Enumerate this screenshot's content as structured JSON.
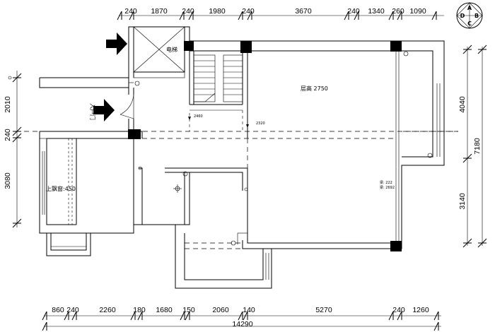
{
  "dimensions": {
    "top": [
      "240",
      "1870",
      "240",
      "1980",
      "240",
      "3670",
      "240",
      "1340",
      "260",
      "1090"
    ],
    "bottom": [
      "860",
      "240",
      "2260",
      "180",
      "1680",
      "150",
      "2060",
      "140",
      "5270",
      "240",
      "1260"
    ],
    "bottom_total": "14290",
    "left": [
      "2010",
      "240",
      "3080"
    ],
    "right": [
      "4040",
      "3140"
    ],
    "right_total": "7180"
  },
  "labels": {
    "elevator": "电梯",
    "entrance": "入户门",
    "ceiling_height": "层高 2750",
    "step_a": "2460",
    "step_b": "2320",
    "upper_bay": "上飘窗:450",
    "beam_a": "梁: 222",
    "beam_b": "梁: 2692"
  },
  "compass": [
    "A",
    "B",
    "C",
    "D"
  ]
}
